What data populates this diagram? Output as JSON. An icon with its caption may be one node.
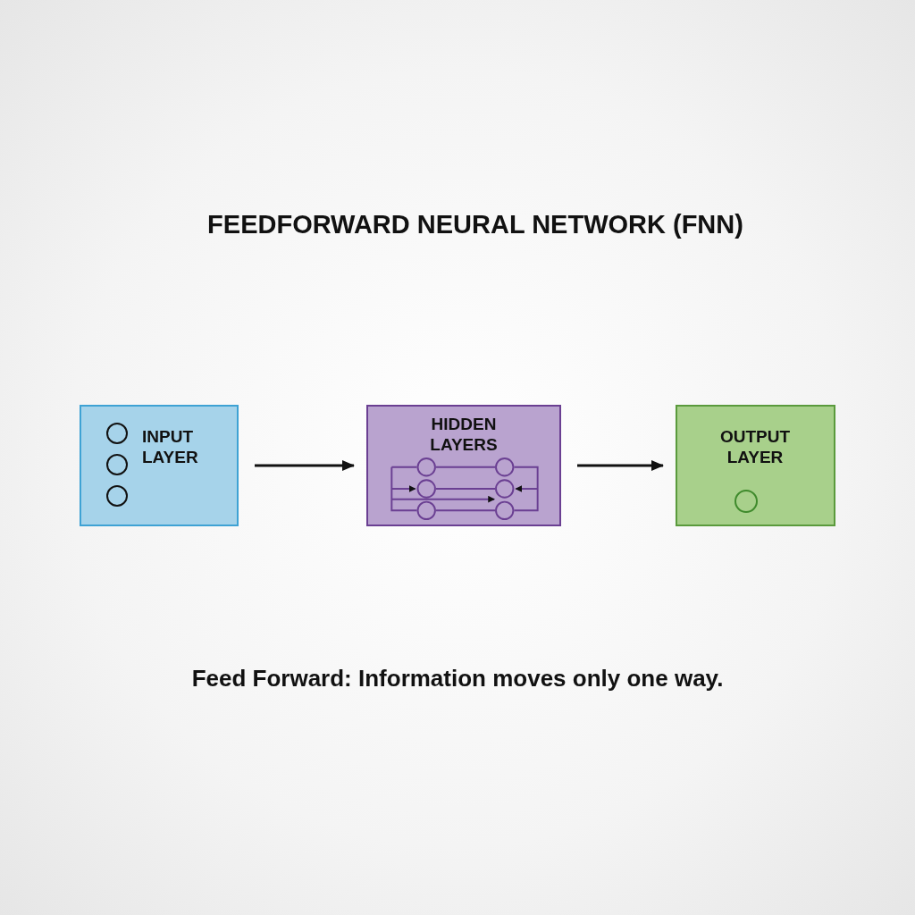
{
  "diagram": {
    "title": "FEEDFORWARD NEURAL NETWORK (FNN)",
    "caption": "Feed Forward: Information moves only one way.",
    "nodes": [
      {
        "text": [
          "INPUT LAYER"
        ]
      },
      {
        "text": [
          "HIDDEN LAYERS"
        ]
      },
      {
        "text": [
          "OUTPUT LAYER"
        ]
      }
    ],
    "edges": [
      {
        "from": 0,
        "to": 1,
        "arrow": "to"
      },
      {
        "from": 1,
        "to": 2,
        "arrow": "to"
      }
    ]
  }
}
